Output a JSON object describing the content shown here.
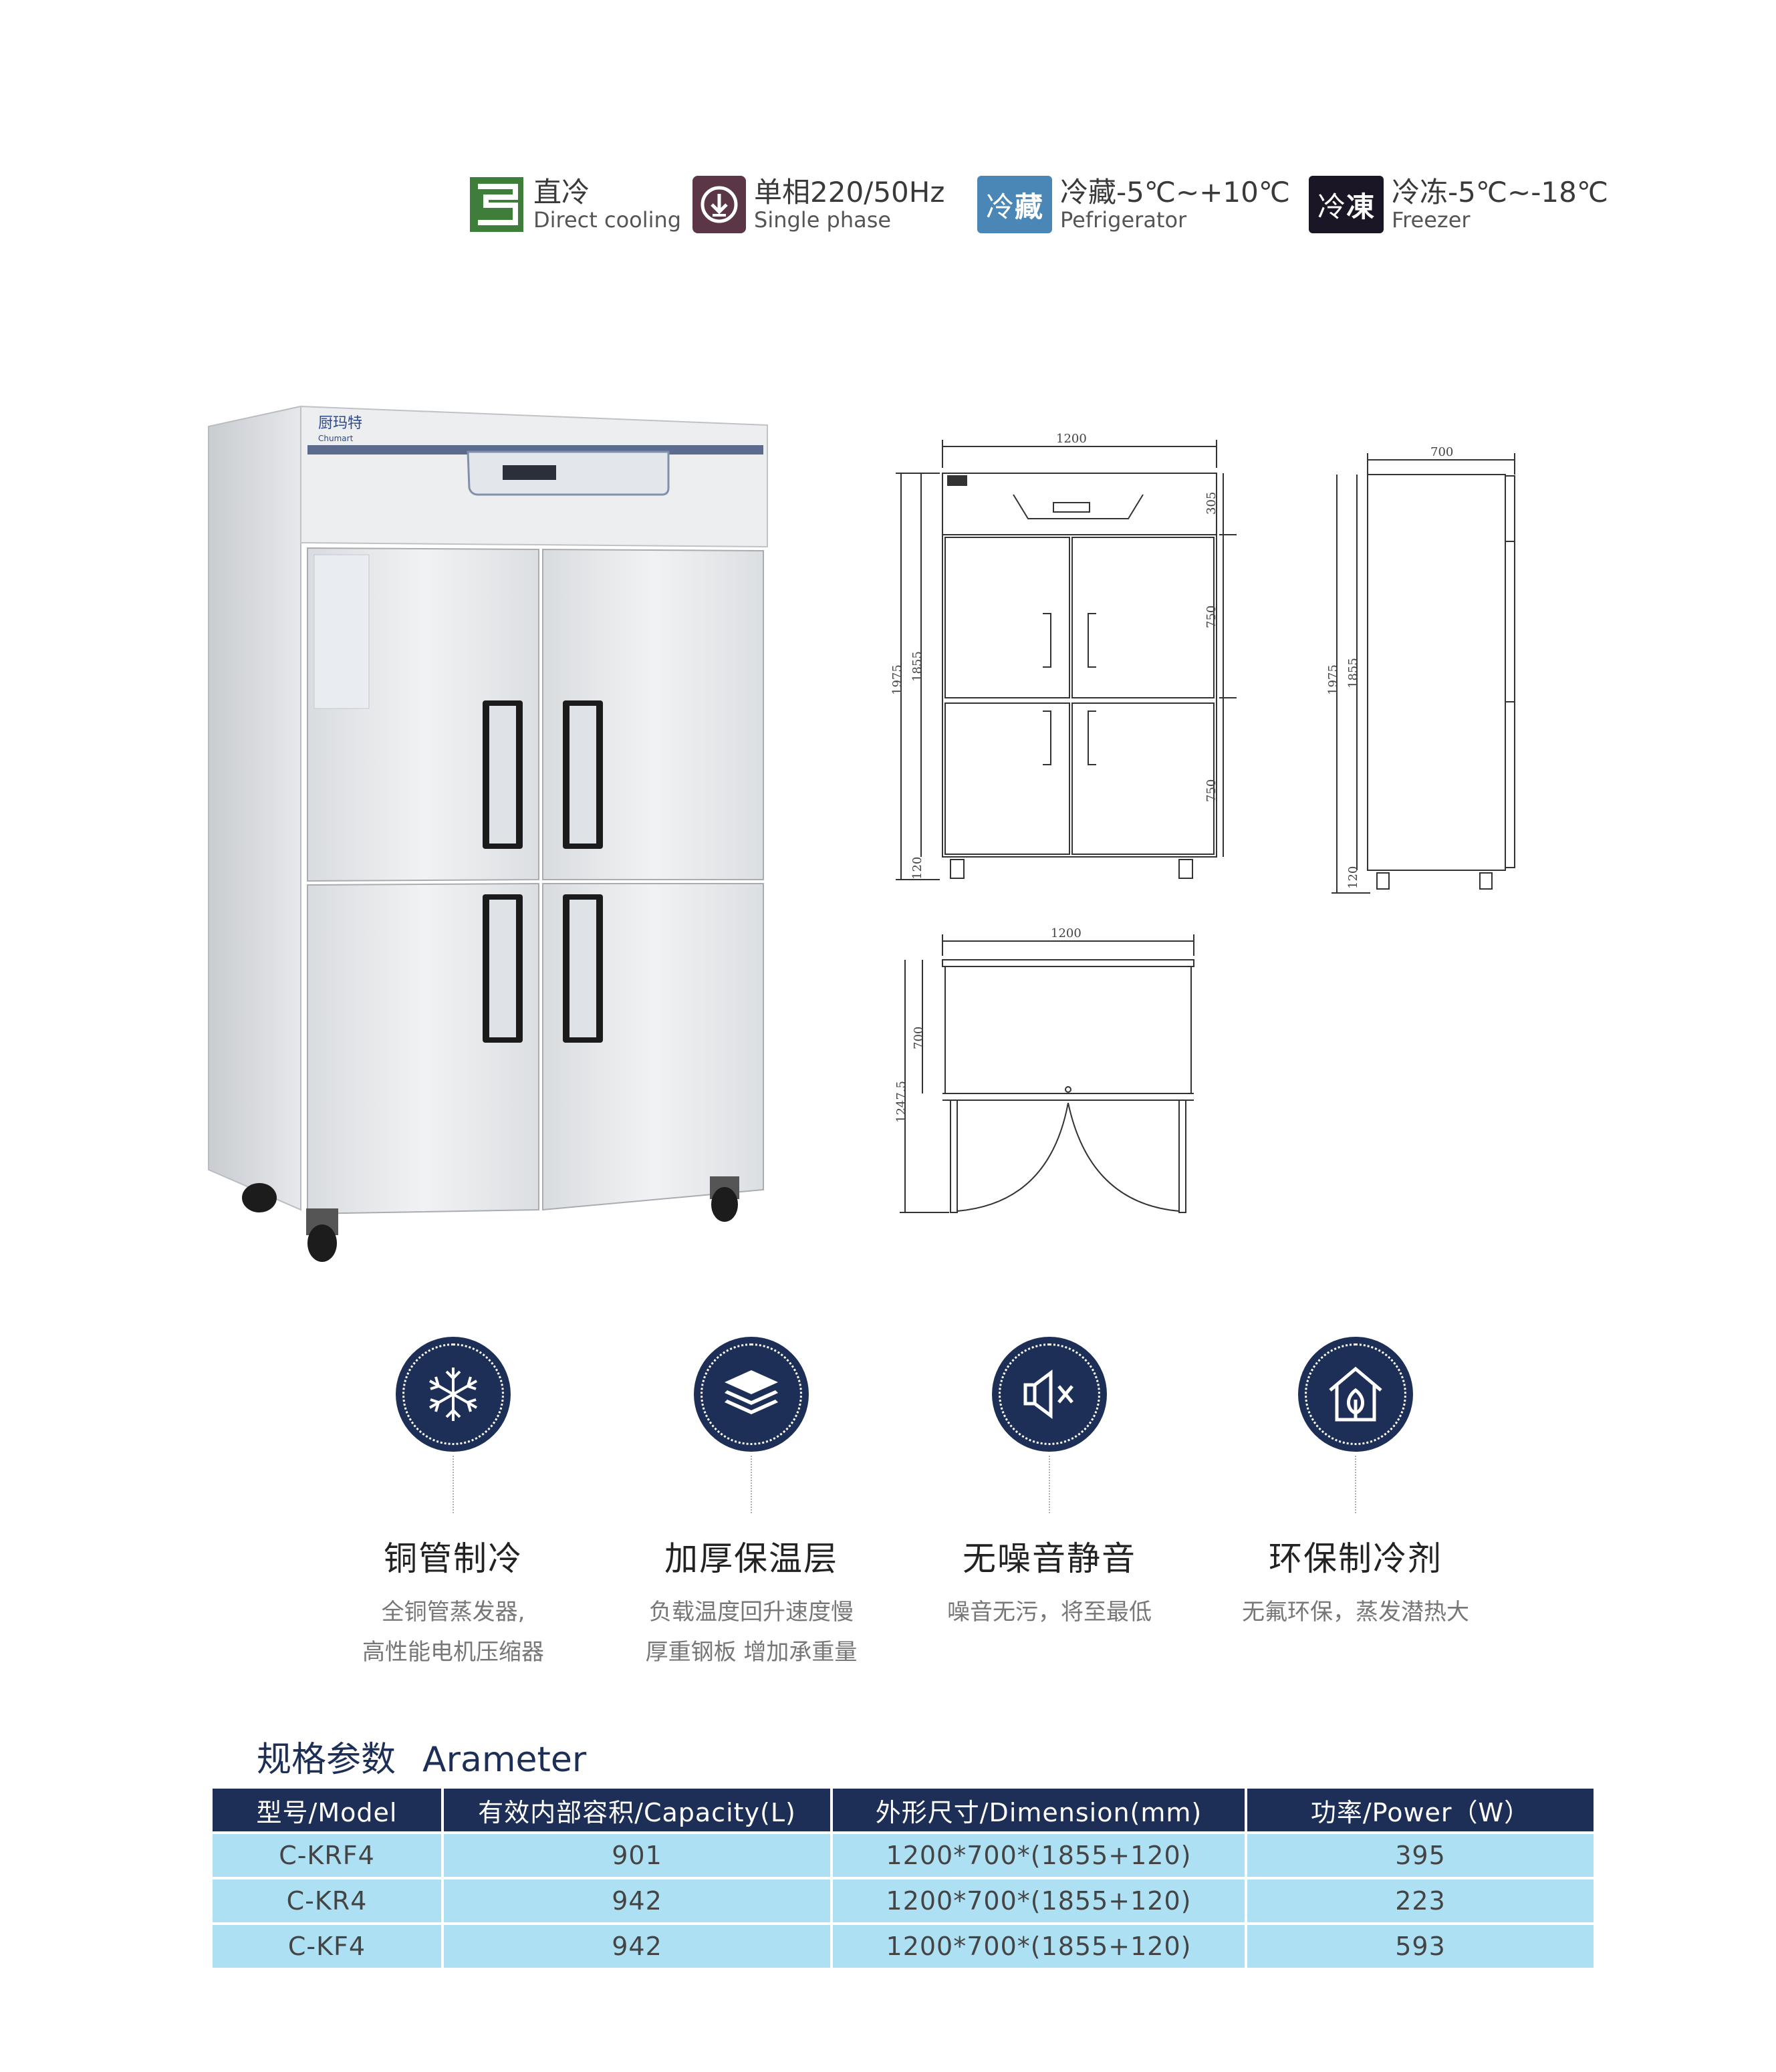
{
  "specs": [
    {
      "title": "直冷",
      "sub": "Direct cooling"
    },
    {
      "title": "单相220/50Hz",
      "sub": "Single phase"
    },
    {
      "tag_light": "冷",
      "tag_bold": "藏",
      "title": "冷藏-5℃~+10℃",
      "sub": "Pefrigerator",
      "color": "#4a86b6"
    },
    {
      "tag_light": "冷",
      "tag_bold": "凍",
      "title": "冷冻-5℃~-18℃",
      "sub": "Freezer",
      "color": "#1a1626"
    }
  ],
  "product": {
    "brand_cn": "厨玛特",
    "brand_en": "Chumart"
  },
  "drawings": {
    "front": {
      "width": "1200",
      "h_total": "1975",
      "h_body": "1855",
      "h_top": "305",
      "h_door1": "750",
      "h_door2": "750",
      "h_leg": "120"
    },
    "side": {
      "depth": "700",
      "h_total": "1975",
      "h_body": "1855",
      "h_leg": "120"
    },
    "plan": {
      "width": "1200",
      "depth": "700",
      "open_depth": "1247.5"
    }
  },
  "features": [
    {
      "icon": "snowflake-icon",
      "title": "铜管制冷",
      "line1": "全铜管蒸发器,",
      "line2": "高性能电机压缩器"
    },
    {
      "icon": "layers-icon",
      "title": "加厚保温层",
      "line1": "负载温度回升速度慢",
      "line2": "厚重钢板 增加承重量"
    },
    {
      "icon": "mute-icon",
      "title": "无噪音静音",
      "line1": "噪音无污，将至最低",
      "line2": ""
    },
    {
      "icon": "eco-house-icon",
      "title": "环保制冷剂",
      "line1": "无氟环保，蒸发潜热大",
      "line2": ""
    }
  ],
  "table": {
    "title_cn": "规格参数",
    "title_en": "Arameter",
    "headers": [
      "型号/Model",
      "有效内部容积/Capacity(L)",
      "外形尺寸/Dimension(mm)",
      "功率/Power（W）"
    ],
    "rows": [
      [
        "C-KRF4",
        "901",
        "1200*700*(1855+120)",
        "395"
      ],
      [
        "C-KR4",
        "942",
        "1200*700*(1855+120)",
        "223"
      ],
      [
        "C-KF4",
        "942",
        "1200*700*(1855+120)",
        "593"
      ]
    ]
  },
  "colors": {
    "navy": "#1d2f56",
    "row": "#aee0f4",
    "green": "#3e7d3a",
    "plum": "#5a3646"
  }
}
